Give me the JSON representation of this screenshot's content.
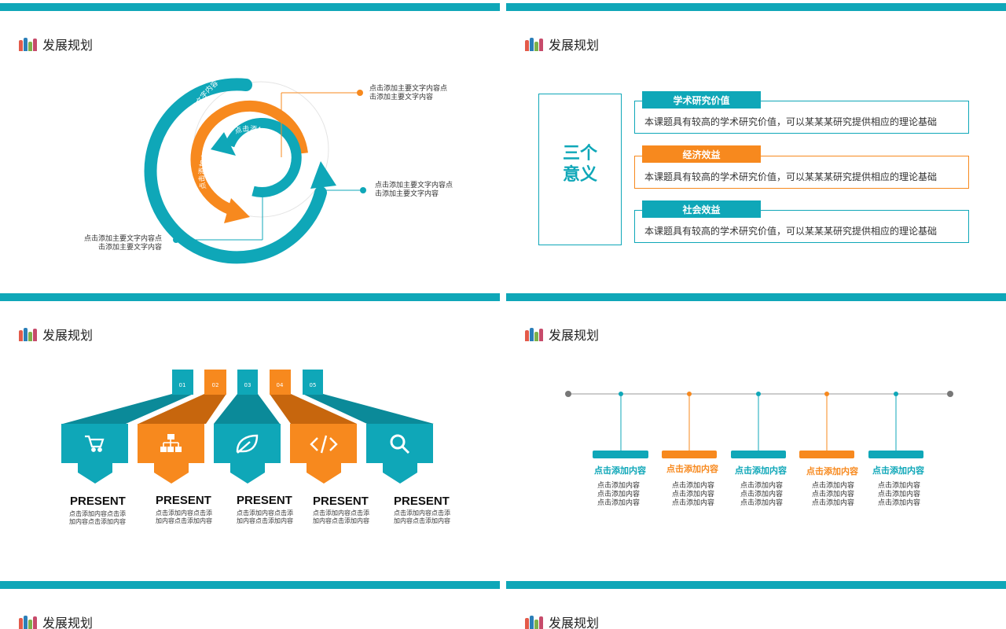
{
  "section_title": "发展规划",
  "colors": {
    "teal": "#0fa7b8",
    "orange": "#f7891e",
    "gray": "#8a8a8a"
  },
  "slide1": {
    "inner_ring_text": "点击添加主要文字内容",
    "middle_ring_text": "点击添加主要文字内容",
    "outer_ring_text": "点击添加主要文字内容",
    "callout_top": [
      "点击添加主要文字内容点",
      "击添加主要文字内容"
    ],
    "callout_right": [
      "点击添加主要文字内容点",
      "击添加主要文字内容"
    ],
    "callout_left": [
      "点击添加主要文字内容点",
      "击添加主要文字内容"
    ]
  },
  "slide2": {
    "heading_line1": "三个",
    "heading_line2": "意义",
    "items": [
      {
        "label": "学术研究价值",
        "text": "本课题具有较高的学术研究价值，可以某某某研究提供相应的理论基础",
        "color": "teal"
      },
      {
        "label": "经济效益",
        "text": "本课题具有较高的学术研究价值，可以某某某研究提供相应的理论基础",
        "color": "orange"
      },
      {
        "label": "社会效益",
        "text": "本课题具有较高的学术研究价值，可以某某某研究提供相应的理论基础",
        "color": "teal"
      }
    ]
  },
  "slide3": {
    "tabs": [
      "01",
      "02",
      "03",
      "04",
      "05"
    ],
    "icons": [
      "cart-icon",
      "sitemap-icon",
      "leaf-icon",
      "code-icon",
      "search-icon"
    ],
    "items": [
      {
        "title": "PRESENT",
        "line1": "点击添加内容点击添",
        "line2": "加内容点击添加内容"
      },
      {
        "title": "PRESENT",
        "line1": "点击添加内容点击添",
        "line2": "加内容点击添加内容"
      },
      {
        "title": "PRESENT",
        "line1": "点击添加内容点击添",
        "line2": "加内容点击添加内容"
      },
      {
        "title": "PRESENT",
        "line1": "点击添加内容点击添",
        "line2": "加内容点击添加内容"
      },
      {
        "title": "PRESENT",
        "line1": "点击添加内容点击添",
        "line2": "加内容点击添加内容"
      }
    ]
  },
  "slide4": {
    "items": [
      {
        "heading": "点击添加内容",
        "lines": [
          "点击添加内容",
          "点击添加内容",
          "点击添加内容"
        ],
        "color": "teal"
      },
      {
        "heading": "点击添加内容",
        "lines": [
          "点击添加内容",
          "点击添加内容",
          "点击添加内容"
        ],
        "color": "orange"
      },
      {
        "heading": "点击添加内容",
        "lines": [
          "点击添加内容",
          "点击添加内容",
          "点击添加内容"
        ],
        "color": "teal"
      },
      {
        "heading": "点击添加内容",
        "lines": [
          "点击添加内容",
          "点击添加内容",
          "点击添加内容"
        ],
        "color": "orange"
      },
      {
        "heading": "点击添加内容",
        "lines": [
          "点击添加内容",
          "点击添加内容",
          "点击添加内容"
        ],
        "color": "teal"
      }
    ]
  }
}
